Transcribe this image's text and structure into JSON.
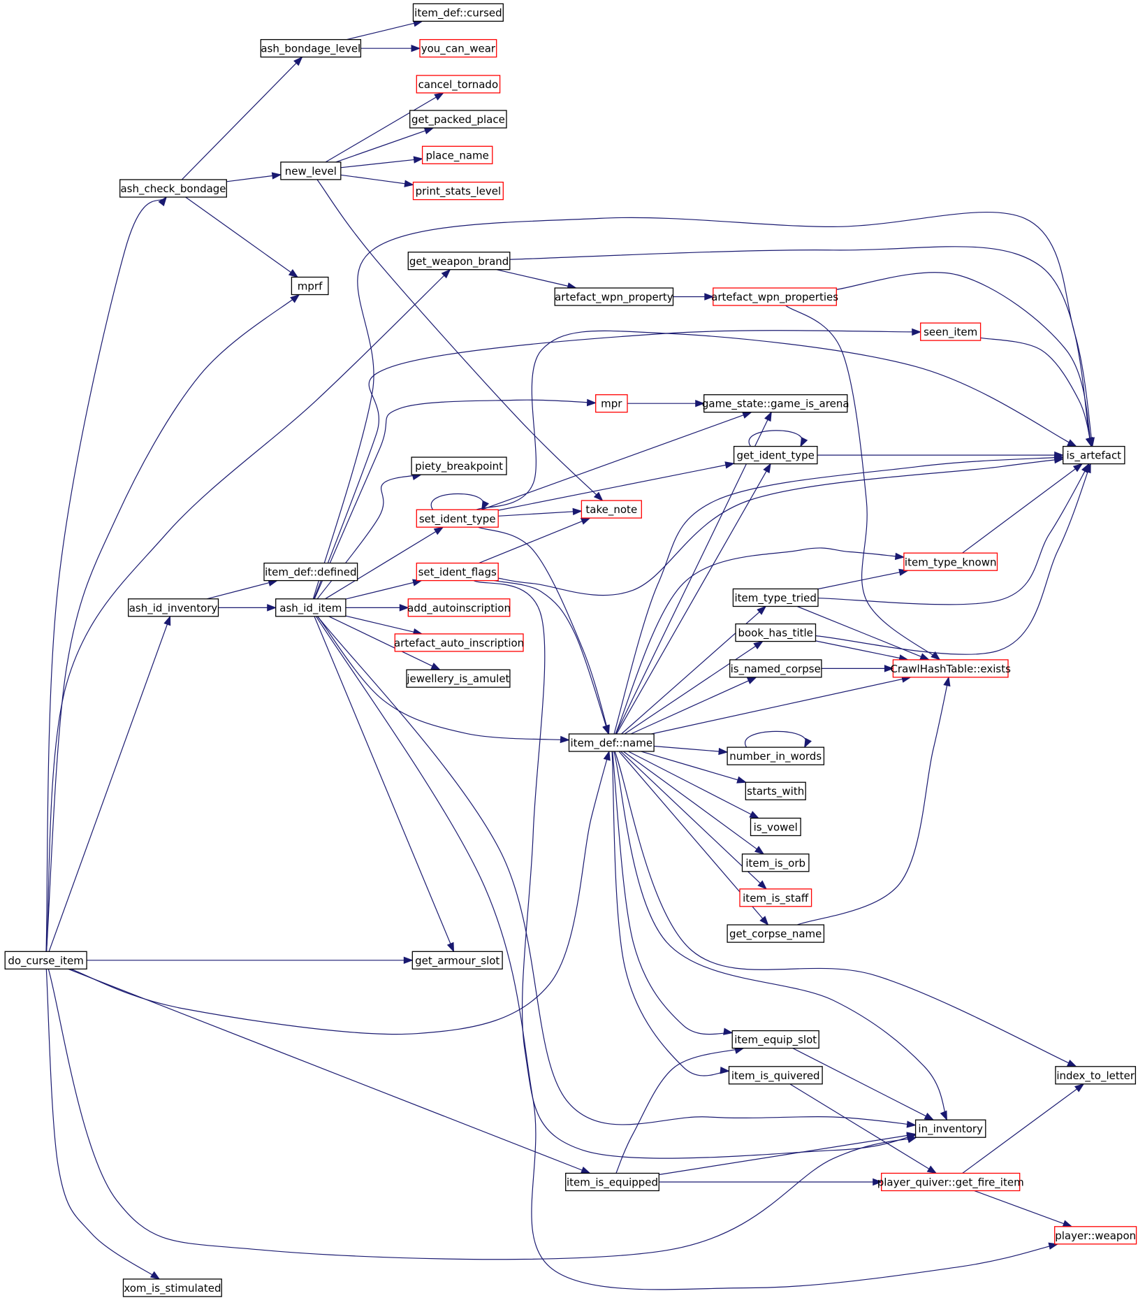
{
  "colors": {
    "edge": "#191970",
    "node_border_normal": "#000000",
    "node_border_truncated": "#ff0000",
    "root_fill": "#bfbfbf",
    "node_fill": "#ffffff"
  },
  "nodes": [
    {
      "id": "do_curse_item",
      "label": "do_curse_item",
      "style": "root"
    },
    {
      "id": "ash_check_bondage",
      "label": "ash_check_bondage",
      "style": "normal"
    },
    {
      "id": "ash_bondage_level",
      "label": "ash_bondage_level",
      "style": "normal"
    },
    {
      "id": "item_def_cursed",
      "label": "item_def::cursed",
      "style": "normal"
    },
    {
      "id": "you_can_wear",
      "label": "you_can_wear",
      "style": "truncated"
    },
    {
      "id": "cancel_tornado",
      "label": "cancel_tornado",
      "style": "truncated"
    },
    {
      "id": "get_packed_place",
      "label": "get_packed_place",
      "style": "normal"
    },
    {
      "id": "place_name",
      "label": "place_name",
      "style": "truncated"
    },
    {
      "id": "print_stats_level",
      "label": "print_stats_level",
      "style": "truncated"
    },
    {
      "id": "new_level",
      "label": "new_level",
      "style": "normal"
    },
    {
      "id": "mprf",
      "label": "mprf",
      "style": "normal"
    },
    {
      "id": "get_weapon_brand",
      "label": "get_weapon_brand",
      "style": "normal"
    },
    {
      "id": "artefact_wpn_property",
      "label": "artefact_wpn_property",
      "style": "normal"
    },
    {
      "id": "artefact_wpn_properties",
      "label": "artefact_wpn_properties",
      "style": "truncated"
    },
    {
      "id": "seen_item",
      "label": "seen_item",
      "style": "truncated"
    },
    {
      "id": "mpr",
      "label": "mpr",
      "style": "truncated"
    },
    {
      "id": "game_state_game_is_arena",
      "label": "game_state::game_is_arena",
      "style": "normal"
    },
    {
      "id": "is_artefact",
      "label": "is_artefact",
      "style": "normal"
    },
    {
      "id": "get_ident_type",
      "label": "get_ident_type",
      "style": "normal"
    },
    {
      "id": "piety_breakpoint",
      "label": "piety_breakpoint",
      "style": "normal"
    },
    {
      "id": "set_ident_type",
      "label": "set_ident_type",
      "style": "truncated"
    },
    {
      "id": "take_note",
      "label": "take_note",
      "style": "truncated"
    },
    {
      "id": "item_def_defined",
      "label": "item_def::defined",
      "style": "normal"
    },
    {
      "id": "set_ident_flags",
      "label": "set_ident_flags",
      "style": "truncated"
    },
    {
      "id": "item_type_known",
      "label": "item_type_known",
      "style": "truncated"
    },
    {
      "id": "ash_id_inventory",
      "label": "ash_id_inventory",
      "style": "normal"
    },
    {
      "id": "ash_id_item",
      "label": "ash_id_item",
      "style": "normal"
    },
    {
      "id": "add_autoinscription",
      "label": "add_autoinscription",
      "style": "truncated"
    },
    {
      "id": "item_type_tried",
      "label": "item_type_tried",
      "style": "normal"
    },
    {
      "id": "artefact_auto_inscription",
      "label": "artefact_auto_inscription",
      "style": "truncated"
    },
    {
      "id": "book_has_title",
      "label": "book_has_title",
      "style": "normal"
    },
    {
      "id": "is_named_corpse",
      "label": "is_named_corpse",
      "style": "normal"
    },
    {
      "id": "crawlhashtable_exists",
      "label": "CrawlHashTable::exists",
      "style": "truncated"
    },
    {
      "id": "jewellery_is_amulet",
      "label": "jewellery_is_amulet",
      "style": "normal"
    },
    {
      "id": "item_def_name",
      "label": "item_def::name",
      "style": "normal"
    },
    {
      "id": "number_in_words",
      "label": "number_in_words",
      "style": "normal"
    },
    {
      "id": "starts_with",
      "label": "starts_with",
      "style": "normal"
    },
    {
      "id": "is_vowel",
      "label": "is_vowel",
      "style": "normal"
    },
    {
      "id": "item_is_orb",
      "label": "item_is_orb",
      "style": "normal"
    },
    {
      "id": "item_is_staff",
      "label": "item_is_staff",
      "style": "truncated"
    },
    {
      "id": "get_corpse_name",
      "label": "get_corpse_name",
      "style": "normal"
    },
    {
      "id": "get_armour_slot",
      "label": "get_armour_slot",
      "style": "normal"
    },
    {
      "id": "item_equip_slot",
      "label": "item_equip_slot",
      "style": "normal"
    },
    {
      "id": "item_is_quivered",
      "label": "item_is_quivered",
      "style": "normal"
    },
    {
      "id": "index_to_letter",
      "label": "index_to_letter",
      "style": "normal"
    },
    {
      "id": "in_inventory",
      "label": "in_inventory",
      "style": "normal"
    },
    {
      "id": "item_is_equipped",
      "label": "item_is_equipped",
      "style": "normal"
    },
    {
      "id": "player_quiver_get_fire_item",
      "label": "player_quiver::get_fire_item",
      "style": "truncated"
    },
    {
      "id": "player_weapon",
      "label": "player::weapon",
      "style": "truncated"
    },
    {
      "id": "xom_is_stimulated",
      "label": "xom_is_stimulated",
      "style": "normal"
    }
  ],
  "edges": [
    [
      "do_curse_item",
      "ash_check_bondage"
    ],
    [
      "do_curse_item",
      "mprf"
    ],
    [
      "do_curse_item",
      "get_weapon_brand"
    ],
    [
      "do_curse_item",
      "ash_id_inventory"
    ],
    [
      "do_curse_item",
      "get_armour_slot"
    ],
    [
      "do_curse_item",
      "item_def_name"
    ],
    [
      "do_curse_item",
      "item_is_equipped"
    ],
    [
      "do_curse_item",
      "in_inventory"
    ],
    [
      "do_curse_item",
      "xom_is_stimulated"
    ],
    [
      "ash_check_bondage",
      "ash_bondage_level"
    ],
    [
      "ash_check_bondage",
      "new_level"
    ],
    [
      "ash_check_bondage",
      "mprf"
    ],
    [
      "ash_bondage_level",
      "item_def_cursed"
    ],
    [
      "ash_bondage_level",
      "you_can_wear"
    ],
    [
      "new_level",
      "cancel_tornado"
    ],
    [
      "new_level",
      "get_packed_place"
    ],
    [
      "new_level",
      "place_name"
    ],
    [
      "new_level",
      "print_stats_level"
    ],
    [
      "new_level",
      "take_note"
    ],
    [
      "get_weapon_brand",
      "artefact_wpn_property"
    ],
    [
      "get_weapon_brand",
      "is_artefact"
    ],
    [
      "artefact_wpn_property",
      "artefact_wpn_properties"
    ],
    [
      "artefact_wpn_properties",
      "is_artefact"
    ],
    [
      "artefact_wpn_properties",
      "crawlhashtable_exists"
    ],
    [
      "seen_item",
      "is_artefact"
    ],
    [
      "mpr",
      "game_state_game_is_arena"
    ],
    [
      "get_ident_type",
      "get_ident_type"
    ],
    [
      "get_ident_type",
      "is_artefact"
    ],
    [
      "ash_id_inventory",
      "item_def_defined"
    ],
    [
      "ash_id_inventory",
      "ash_id_item"
    ],
    [
      "ash_id_item",
      "is_artefact"
    ],
    [
      "ash_id_item",
      "seen_item"
    ],
    [
      "ash_id_item",
      "mpr"
    ],
    [
      "ash_id_item",
      "piety_breakpoint"
    ],
    [
      "ash_id_item",
      "set_ident_type"
    ],
    [
      "ash_id_item",
      "set_ident_flags"
    ],
    [
      "ash_id_item",
      "add_autoinscription"
    ],
    [
      "ash_id_item",
      "artefact_auto_inscription"
    ],
    [
      "ash_id_item",
      "jewellery_is_amulet"
    ],
    [
      "ash_id_item",
      "item_def_name"
    ],
    [
      "ash_id_item",
      "get_armour_slot"
    ],
    [
      "ash_id_item",
      "in_inventory"
    ],
    [
      "ash_id_item",
      "player_weapon"
    ],
    [
      "set_ident_type",
      "set_ident_type"
    ],
    [
      "set_ident_type",
      "game_state_game_is_arena"
    ],
    [
      "set_ident_type",
      "get_ident_type"
    ],
    [
      "set_ident_type",
      "take_note"
    ],
    [
      "set_ident_type",
      "is_artefact"
    ],
    [
      "set_ident_type",
      "item_def_name"
    ],
    [
      "set_ident_flags",
      "take_note"
    ],
    [
      "set_ident_flags",
      "is_artefact"
    ],
    [
      "set_ident_flags",
      "item_def_name"
    ],
    [
      "set_ident_flags",
      "in_inventory"
    ],
    [
      "item_def_name",
      "game_state_game_is_arena"
    ],
    [
      "item_def_name",
      "get_ident_type"
    ],
    [
      "item_def_name",
      "is_artefact"
    ],
    [
      "item_def_name",
      "item_type_known"
    ],
    [
      "item_def_name",
      "item_type_tried"
    ],
    [
      "item_def_name",
      "book_has_title"
    ],
    [
      "item_def_name",
      "is_named_corpse"
    ],
    [
      "item_def_name",
      "crawlhashtable_exists"
    ],
    [
      "item_def_name",
      "number_in_words"
    ],
    [
      "item_def_name",
      "starts_with"
    ],
    [
      "item_def_name",
      "is_vowel"
    ],
    [
      "item_def_name",
      "item_is_orb"
    ],
    [
      "item_def_name",
      "item_is_staff"
    ],
    [
      "item_def_name",
      "get_corpse_name"
    ],
    [
      "item_def_name",
      "item_equip_slot"
    ],
    [
      "item_def_name",
      "item_is_quivered"
    ],
    [
      "item_def_name",
      "index_to_letter"
    ],
    [
      "item_def_name",
      "in_inventory"
    ],
    [
      "item_type_known",
      "is_artefact"
    ],
    [
      "item_type_tried",
      "item_type_known"
    ],
    [
      "item_type_tried",
      "is_artefact"
    ],
    [
      "item_type_tried",
      "crawlhashtable_exists"
    ],
    [
      "book_has_title",
      "is_artefact"
    ],
    [
      "book_has_title",
      "crawlhashtable_exists"
    ],
    [
      "is_named_corpse",
      "crawlhashtable_exists"
    ],
    [
      "number_in_words",
      "number_in_words"
    ],
    [
      "get_corpse_name",
      "crawlhashtable_exists"
    ],
    [
      "item_equip_slot",
      "in_inventory"
    ],
    [
      "item_is_quivered",
      "player_quiver_get_fire_item"
    ],
    [
      "item_is_equipped",
      "item_equip_slot"
    ],
    [
      "item_is_equipped",
      "in_inventory"
    ],
    [
      "item_is_equipped",
      "player_quiver_get_fire_item"
    ],
    [
      "player_quiver_get_fire_item",
      "index_to_letter"
    ],
    [
      "player_quiver_get_fire_item",
      "player_weapon"
    ]
  ]
}
